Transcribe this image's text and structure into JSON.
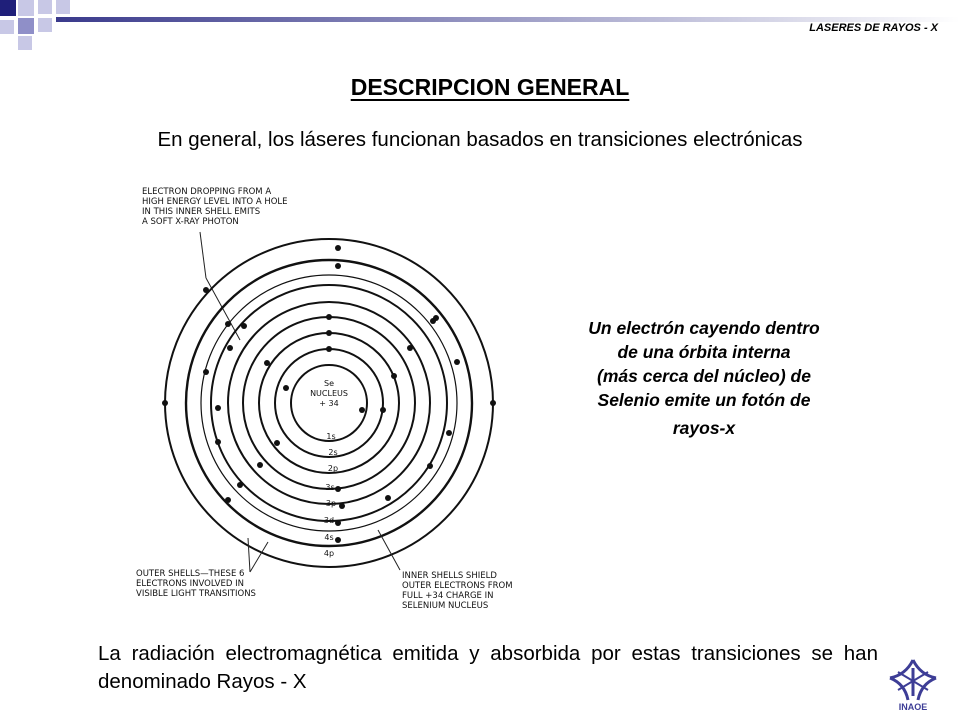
{
  "header": {
    "label": "LASERES DE RAYOS - X"
  },
  "title": "DESCRIPCION GENERAL",
  "intro": "En general, los láseres funcionan basados en transiciones electrónicas",
  "diagram": {
    "top_annotation": [
      "ELECTRON DROPPING FROM A",
      "HIGH ENERGY LEVEL INTO A HOLE",
      "IN THIS INNER SHELL EMITS",
      "A SOFT X-RAY PHOTON"
    ],
    "nucleus": [
      "Se",
      "NUCLEUS",
      "+ 34"
    ],
    "shells": [
      "1s",
      "2s",
      "2p",
      "3s",
      "3p",
      "3d",
      "4s",
      "4p"
    ],
    "bottom_left_annotation": [
      "OUTER SHELLS—THESE 6",
      "ELECTRONS INVOLVED IN",
      "VISIBLE LIGHT TRANSITIONS"
    ],
    "bottom_right_annotation": [
      "INNER SHELLS SHIELD",
      "OUTER ELECTRONS FROM",
      "FULL  +34 CHARGE IN",
      "SELENIUM NUCLEUS"
    ]
  },
  "caption": {
    "lines": [
      "Un electrón cayendo dentro",
      "de una órbita interna",
      "(más cerca del núcleo) de",
      "Selenio emite un fotón de"
    ],
    "last_line": "rayos-x"
  },
  "footer": "La radiación electromagnética emitida y absorbida por estas transiciones se han denominado Rayos - X",
  "logo": {
    "text": "INAOE"
  },
  "colors": {
    "corner_dark": "#1f1f7a",
    "corner_mid": "#8f8fc8",
    "corner_light": "#c8c8e6",
    "logo_blue": "#3d3d96"
  }
}
